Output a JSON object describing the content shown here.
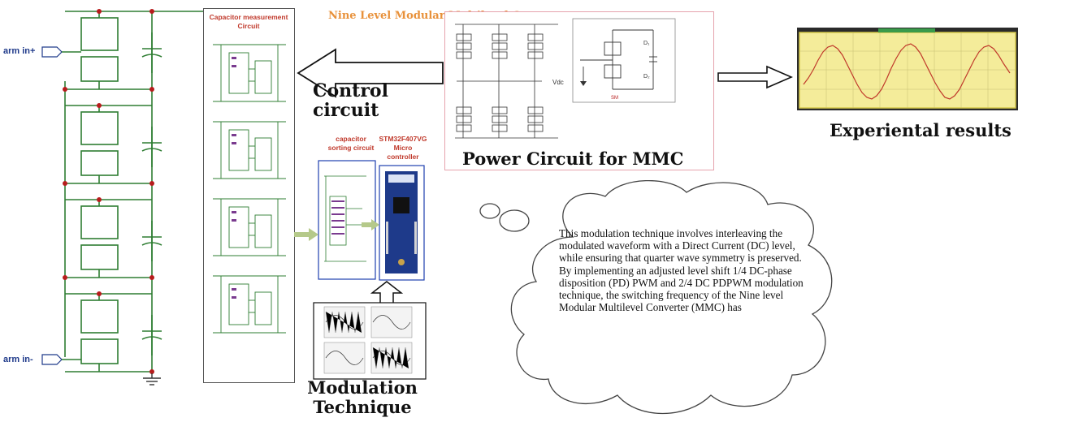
{
  "labels": {
    "arm_in_plus": "arm in+",
    "arm_in_minus": "arm in-",
    "cap_meas_title": "Capacitor measurement\nCircuit",
    "mmc_title": "Nine Level Modular Multilevel Converter",
    "control_circuit": "Control\ncircuit",
    "power_circuit": "Power Circuit for MMC",
    "experimental_results": "Experiental results",
    "sorting_circuit": "capacitor\nsorting circuit",
    "micro_controller": "STM32F407VG\nMicro\ncontroller",
    "modulation_technique": "Modulation\nTechnique",
    "vdc": "Vdc",
    "sm": "SM",
    "d1": "D₁",
    "d2": "D₂"
  },
  "cloud_text": "This modulation technique involves interleaving the modulated waveform with a Direct Current (DC) level, while ensuring that quarter wave symmetry is preserved. By implementing an adjusted level shift 1/4 DC-phase disposition (PD) PWM and 2/4 DC PDPWM modulation technique, the switching frequency of the Nine level Modular Multilevel Converter (MMC) has",
  "colors": {
    "circuit_green": "#2e7d32",
    "wire_red": "#b71c1c",
    "orange_title": "#e8913a",
    "scope_yellow": "#d4c84a",
    "board_blue": "#1e40af",
    "light_arrow": "#b5c98a"
  }
}
